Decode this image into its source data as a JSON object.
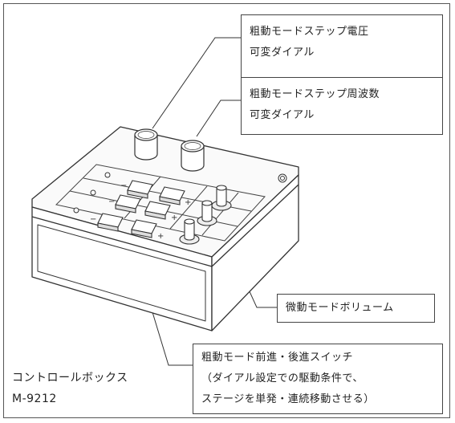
{
  "callouts": {
    "coarse_voltage_dial": {
      "line1": "粗動モードステップ電圧",
      "line2": "可変ダイアル"
    },
    "coarse_frequency_dial": {
      "line1": "粗動モードステップ周波数",
      "line2": "可変ダイアル"
    },
    "fine_volume": {
      "line1": "微動モードボリューム"
    },
    "coarse_switch": {
      "line1": "粗動モード前進・後進スイッチ",
      "line2": "（ダイアル設定での駆動条件で、",
      "line3": "ステージを単発・連続移動させる）"
    }
  },
  "product": {
    "name": "コントロールボックス",
    "model": "M-9212"
  },
  "panel_signs": {
    "minus": "−",
    "plus": "+"
  }
}
